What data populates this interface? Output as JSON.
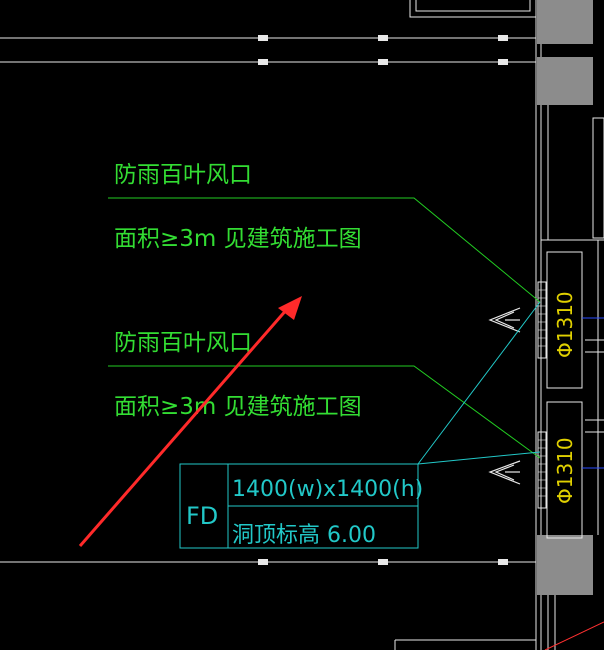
{
  "drawing": {
    "annotations": [
      {
        "title": "防雨百叶风口",
        "note": "面积≥3m 见建筑施工图"
      },
      {
        "title": "防雨百叶风口",
        "note": "面积≥3m 见建筑施工图"
      }
    ],
    "damper_tag": {
      "type": "FD",
      "size": "1400(w)x1400(h)",
      "elevation": "洞顶标高 6.00"
    },
    "ducts": [
      {
        "label": "Φ1310"
      },
      {
        "label": "Φ1310"
      }
    ]
  },
  "colors": {
    "background": "#000000",
    "annotation_text": "#33dd33",
    "leader_line": "#22cc22",
    "tag_box": "#22c8c8",
    "duct_label": "#e0d000",
    "wall": "#e8e8e8",
    "column": "#8c8c8c",
    "arrow": "#ff2a2a",
    "accent_blue": "#2a4cff",
    "accent_red": "#ff3030"
  }
}
